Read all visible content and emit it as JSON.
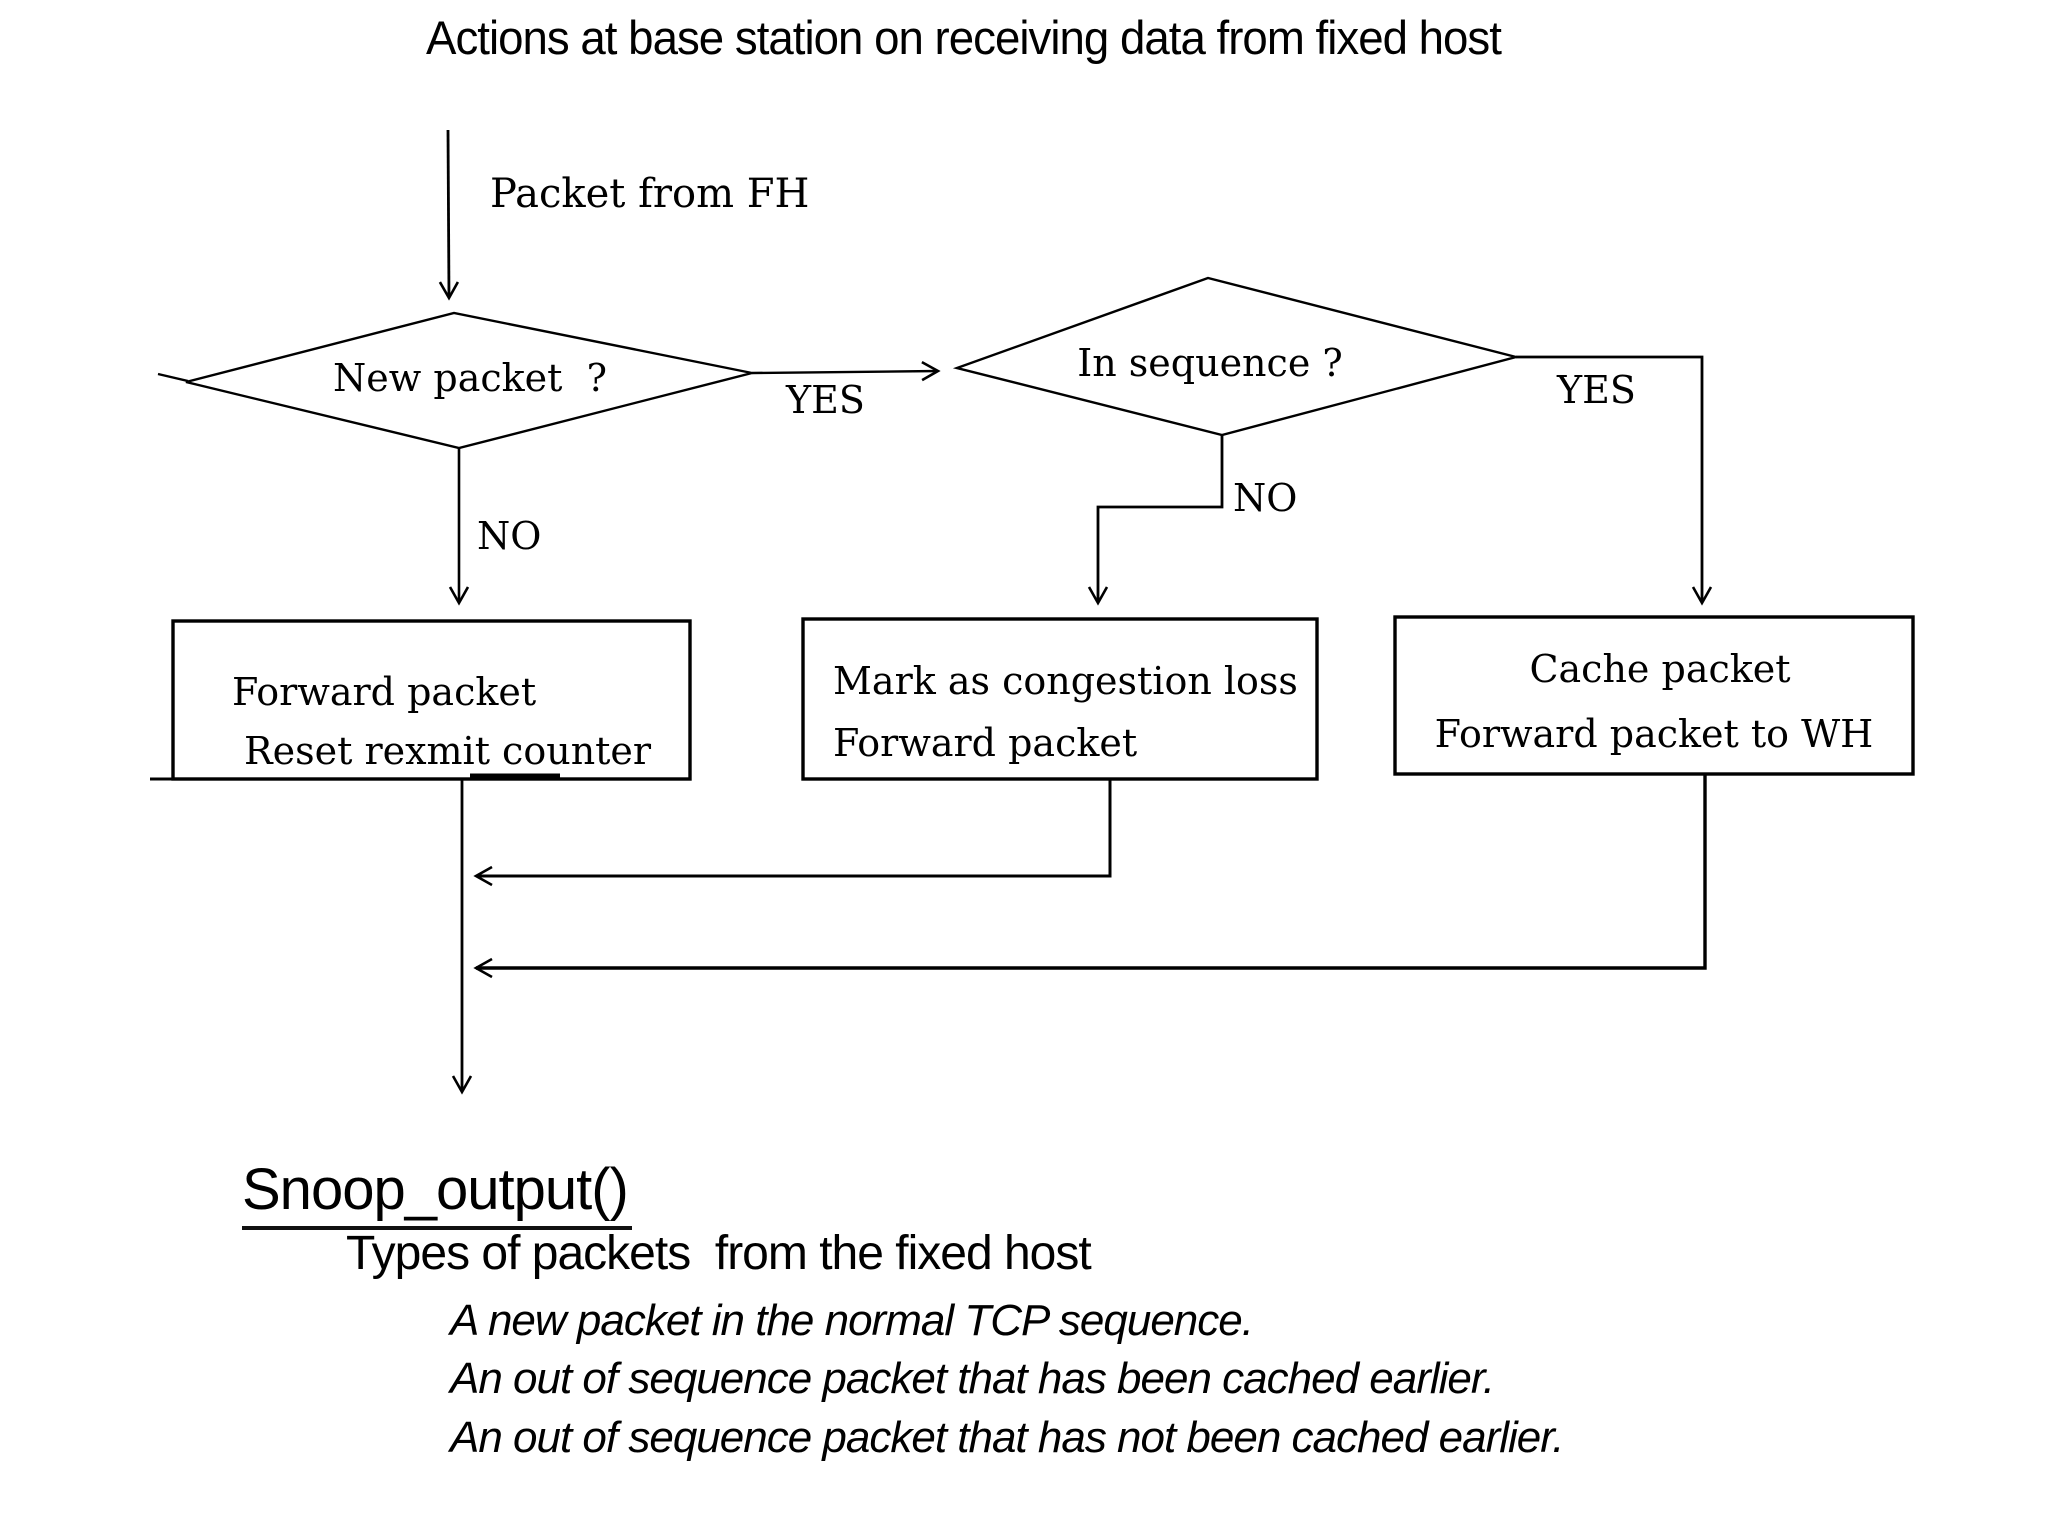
{
  "title": "Actions at base station on receiving data from fixed host",
  "flowchart": {
    "start_label": "Packet from FH",
    "decision_new_packet": {
      "label": "New packet  ?",
      "yes_label": "YES",
      "no_label": "NO"
    },
    "decision_in_sequence": {
      "label": "In sequence ?",
      "yes_label": "YES",
      "no_label": "NO"
    },
    "box_forward": {
      "line1": "Forward packet",
      "line2": "Reset rexmit counter"
    },
    "box_congestion": {
      "line1": "Mark as congestion loss",
      "line2": "Forward packet"
    },
    "box_cache": {
      "line1": "Cache packet",
      "line2": "Forward packet to WH"
    }
  },
  "footer": {
    "heading": "Snoop_output()",
    "subheading": "Types of packets  from the fixed host",
    "items": [
      "A new packet in the normal TCP sequence.",
      "An out of sequence packet that has been cached earlier.",
      "An out of sequence packet that has not been cached earlier."
    ]
  },
  "colors": {
    "ink": "#000000",
    "background": "#ffffff"
  }
}
